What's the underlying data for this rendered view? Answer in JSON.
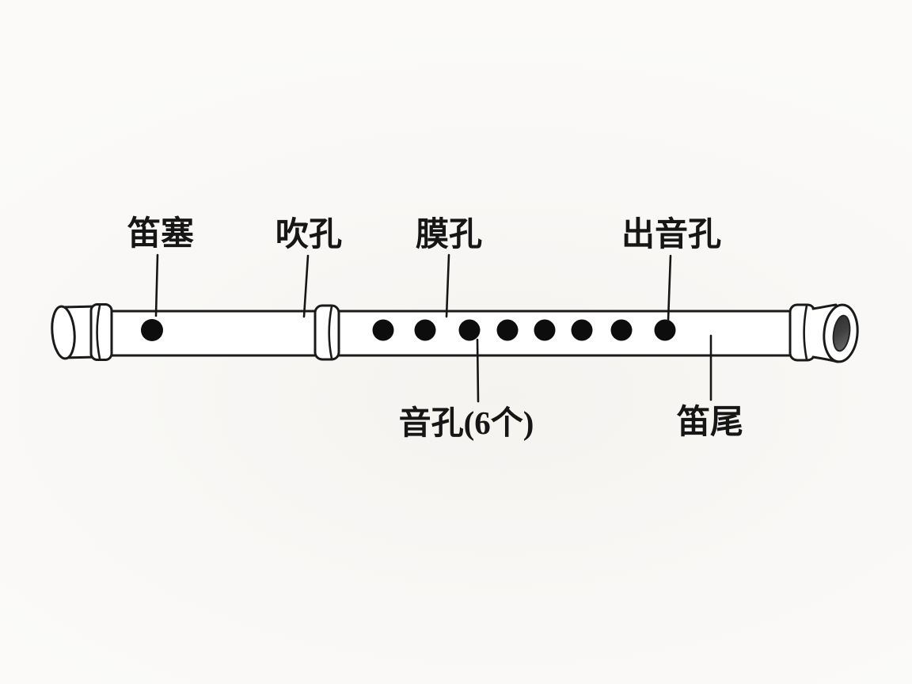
{
  "diagram": {
    "subject": "bamboo-flute-parts-diagram",
    "labels": {
      "stopper": "笛塞",
      "blow_hole": "吹孔",
      "membrane_hole": "膜孔",
      "sound_hole": "出音孔",
      "finger_holes": "音孔(6个)",
      "tail": "笛尾"
    },
    "colors": {
      "background": "#f9f8f6",
      "ink": "#1a1a1a",
      "body_fill": "#ffffff",
      "hole_fill": "#0d0d0d",
      "bore_dark": "#2e2e2e",
      "bore_light": "#5f5f5f"
    }
  }
}
